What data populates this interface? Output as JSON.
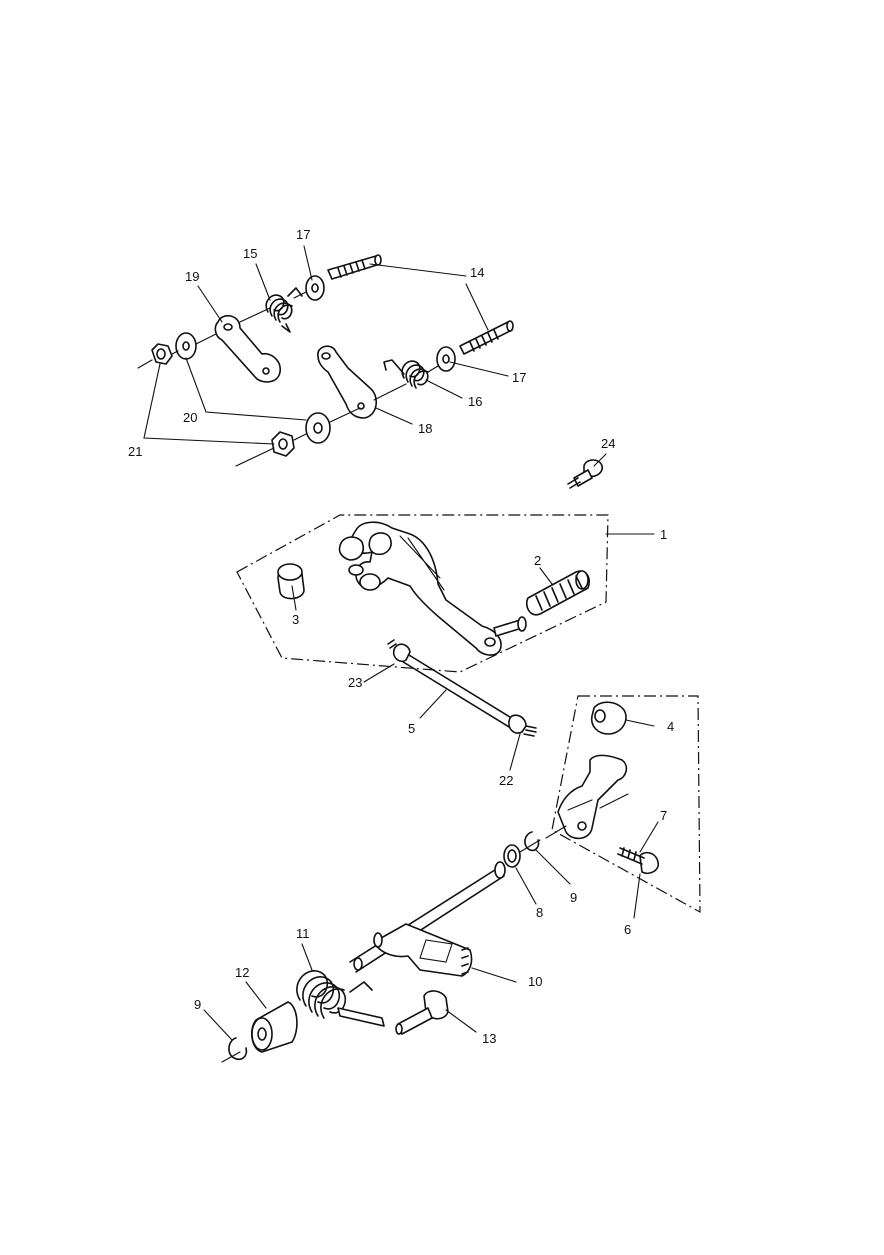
{
  "callouts": {
    "c1": "1",
    "c2": "2",
    "c3": "3",
    "c4": "4",
    "c5": "5",
    "c6": "6",
    "c7": "7",
    "c8": "8",
    "c9a": "9",
    "c9b": "9",
    "c10": "10",
    "c11": "11",
    "c12": "12",
    "c13": "13",
    "c14": "14",
    "c15": "15",
    "c16": "16",
    "c17a": "17",
    "c17b": "17",
    "c18": "18",
    "c19": "19",
    "c20": "20",
    "c21": "21",
    "c22": "22",
    "c23": "23",
    "c24": "24"
  }
}
